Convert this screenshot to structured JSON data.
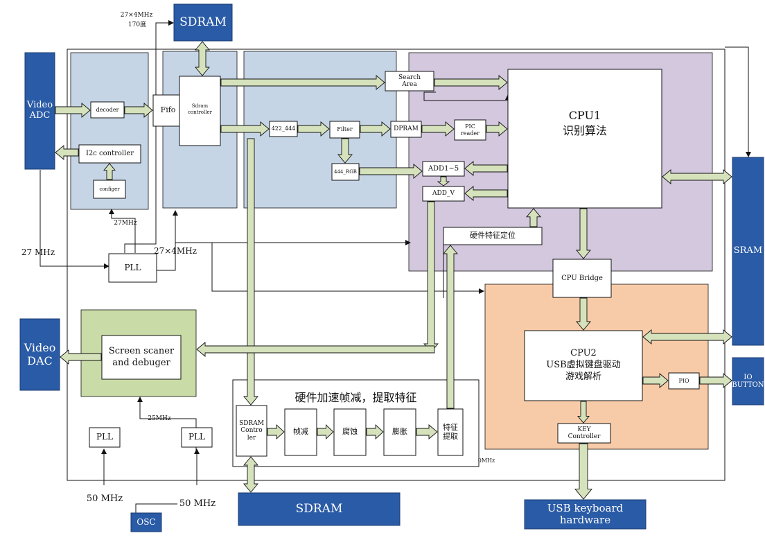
{
  "colors": {
    "dark_blue": "#2a5ba6",
    "light_blue_region": "#c6d5e6",
    "purple_region": "#d3c8de",
    "orange_region": "#f8cba8",
    "green_region": "#c9dba6",
    "arrow_fill": "#d5e2bc",
    "line": "#111111"
  },
  "external": {
    "video_adc": "Video\nADC",
    "video_dac": "Video\nDAC",
    "sdram_top": "SDRAM",
    "sdram_bottom": "SDRAM",
    "sram": "SRAM",
    "io_button": "IO\nBUTTON",
    "usb_keyboard": "USB keyboard\nhardware",
    "osc": "OSC"
  },
  "blocks": {
    "decoder": "decoder",
    "i2c_controller": "I2c controller",
    "configer": "configer",
    "fifo": "Fifo",
    "sdram_controller": "Sdram\ncontroller",
    "search_area": "Search\nArea",
    "b422_444": "422_444",
    "filter": "Filter",
    "dpram": "DPRAM",
    "pic_reader": "PIC\nreader",
    "b444_rgb": "444_RGB",
    "add1_5": "ADD1~5",
    "add_v": "ADD_V",
    "cpu1": "CPU1\n识别算法",
    "hw_feature_locate": "硬件特征定位",
    "cpu_bridge": "CPU Bridge",
    "cpu2": "CPU2\nUSB虚拟键盘驱动\n游戏解析",
    "pio": "PIO",
    "key_controller": "KEY\nController",
    "screen_scaner": "Screen scaner\nand debuger",
    "pll_main": "PLL",
    "pll_left": "PLL",
    "pll_right": "PLL",
    "accel_title": "硬件加速帧减，提取特征",
    "sdram_ctrl2": "SDRAM\nContro\nler",
    "frame_sub": "帧减",
    "erode": "腐蚀",
    "dilate": "膨胀",
    "feature_extract": "特征\n提取"
  },
  "clocks": {
    "top_27x4": "27×4MHz",
    "top_170": "170度",
    "adc_27": "27 MHz",
    "mid_27": "27MHz",
    "pll_27x4": "27×4MHz",
    "mhz_25": "25MHz",
    "osc_50_left": "50 MHz",
    "osc_50_right": "50 MHz",
    "accel_mhz": "0MHz"
  }
}
